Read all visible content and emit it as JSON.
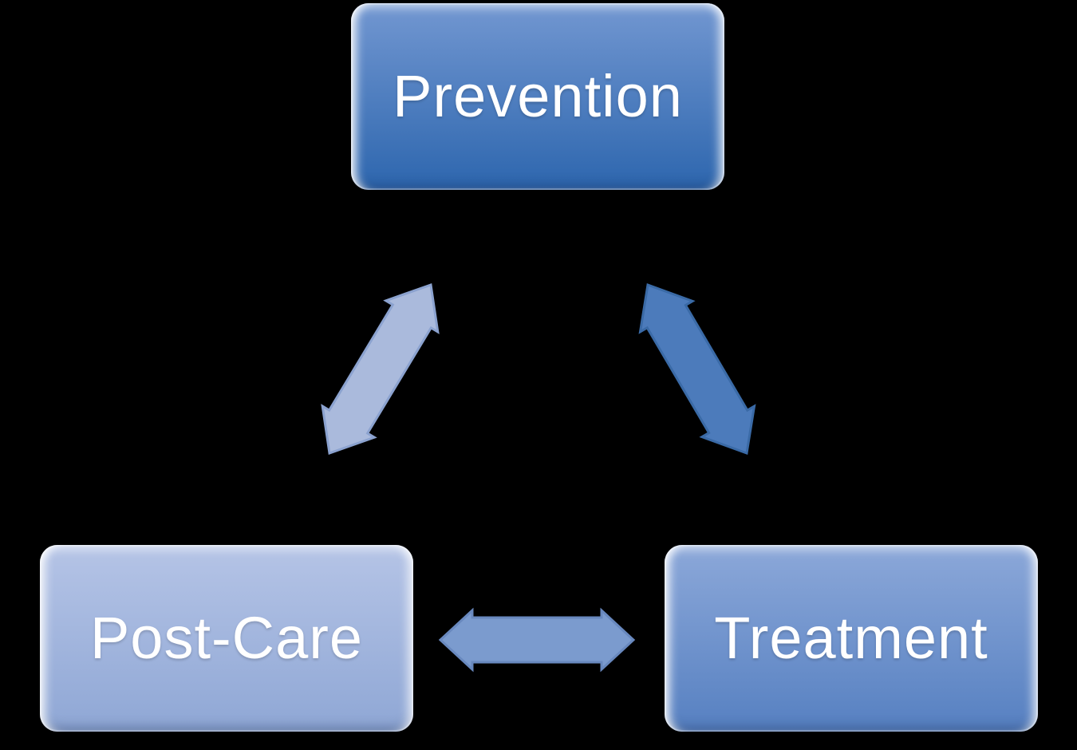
{
  "diagram": {
    "type": "cycle-diagram",
    "background_color": "#000000",
    "text_color": "#FFFFFF",
    "nodes": [
      {
        "label": "Prevention",
        "fill_top": "#7297D1",
        "fill_bottom": "#2D66AE"
      },
      {
        "label": "Post-Care",
        "fill_top": "#B5C4E6",
        "fill_bottom": "#8FA7D5"
      },
      {
        "label": "Treatment",
        "fill_top": "#8CA8D9",
        "fill_bottom": "#5680C1"
      }
    ],
    "connectors": [
      {
        "between": [
          "Prevention",
          "Post-Care"
        ],
        "shape": "double-arrow",
        "fill": "#AABADC",
        "edge": "#8BA2CF"
      },
      {
        "between": [
          "Prevention",
          "Treatment"
        ],
        "shape": "double-arrow",
        "fill": "#4C7BBB",
        "edge": "#3A6AA6"
      },
      {
        "between": [
          "Post-Care",
          "Treatment"
        ],
        "shape": "double-arrow",
        "fill": "#7B9BCE",
        "edge": "#6888BE"
      }
    ]
  }
}
